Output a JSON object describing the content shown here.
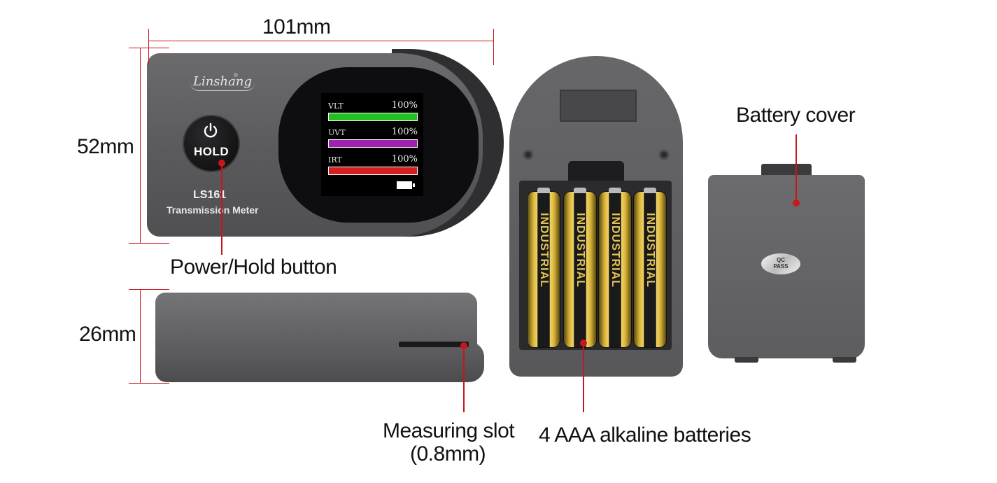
{
  "dimensions": {
    "width": "101mm",
    "height": "52mm",
    "depth": "26mm"
  },
  "device": {
    "logo": "Linshang",
    "logo_mark": "®",
    "button_label": "HOLD",
    "model": "LS161",
    "subtitle": "Transmission Meter"
  },
  "screen": {
    "rows": [
      {
        "label": "VLT",
        "value": "100%",
        "color": "#22c020"
      },
      {
        "label": "UVT",
        "value": "100%",
        "color": "#a020b0"
      },
      {
        "label": "IRT",
        "value": "100%",
        "color": "#d42020"
      }
    ]
  },
  "batteries": {
    "brand": "INDUSTRIAL",
    "count": 4
  },
  "cover": {
    "qc_line1": "QC",
    "qc_line2": "PASS"
  },
  "callouts": {
    "power_hold": "Power/Hold button",
    "battery_cover": "Battery cover",
    "measuring_slot": "Measuring slot",
    "measuring_slot_size": "(0.8mm)",
    "batteries": "4 AAA alkaline batteries"
  },
  "colors": {
    "annotation": "#c8161d",
    "device_body": "#5e5e61"
  }
}
